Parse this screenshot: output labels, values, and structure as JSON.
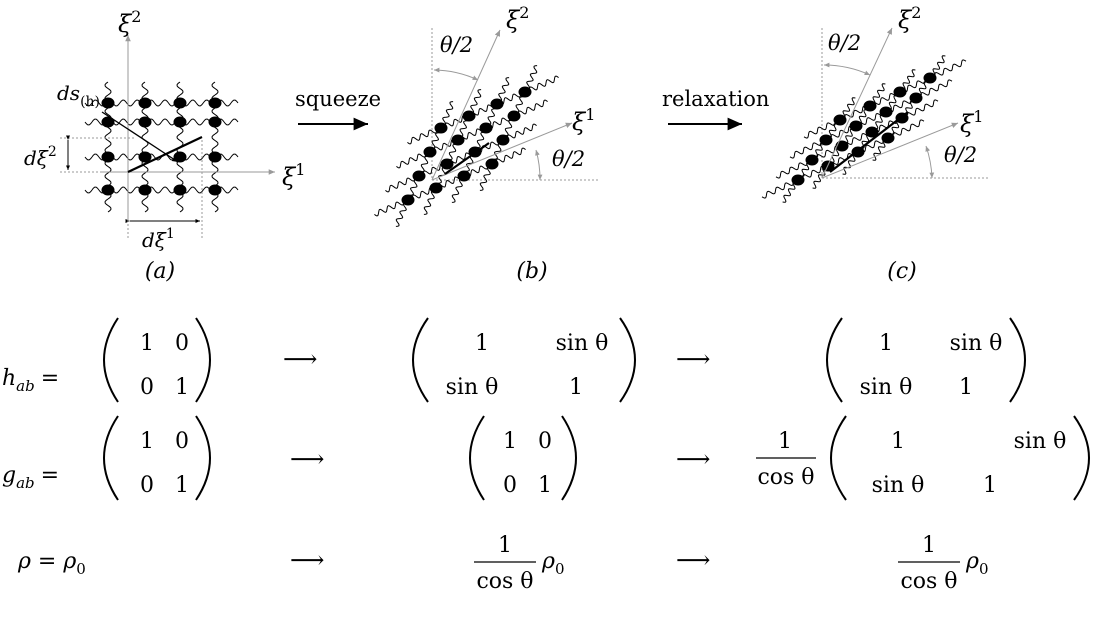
{
  "panels": [
    {
      "label": "(a)",
      "axis1": "ξ",
      "axis1_sup": "1",
      "axis2": "ξ",
      "axis2_sup": "2",
      "ds_label": "ds",
      "ds_sub": "(h)",
      "dxi2": "dξ",
      "dxi2_sup": "2",
      "dxi1": "dξ",
      "dxi1_sup": "1"
    },
    {
      "label": "(b)",
      "axis1": "ξ",
      "axis1_sup": "1",
      "axis2": "ξ",
      "axis2_sup": "2",
      "angle_top": "θ/2",
      "angle_bottom": "θ/2"
    },
    {
      "label": "(c)",
      "axis1": "ξ",
      "axis1_sup": "1",
      "axis2": "ξ",
      "axis2_sup": "2",
      "angle_top": "θ/2",
      "angle_bottom": "θ/2"
    }
  ],
  "transitions": {
    "first": "squeeze",
    "second": "relaxation"
  },
  "equations": {
    "arrow": "⟶",
    "h": {
      "lhs": "h",
      "lhs_sub": "ab",
      "eq": "=",
      "a": [
        "1",
        "0",
        "0",
        "1"
      ],
      "b": [
        "1",
        "sin θ",
        "sin θ",
        "1"
      ],
      "c": [
        "1",
        "sin θ",
        "sin θ",
        "1"
      ]
    },
    "g": {
      "lhs": "g",
      "lhs_sub": "ab",
      "eq": "=",
      "a": [
        "1",
        "0",
        "0",
        "1"
      ],
      "b": [
        "1",
        "0",
        "0",
        "1"
      ],
      "c_prefactor_num": "1",
      "c_prefactor_den": "cos θ",
      "c": [
        "1",
        "sin θ",
        "sin θ",
        "1"
      ]
    },
    "rho": {
      "lhs": "ρ = ρ",
      "lhs_sub": "0",
      "b_num": "1",
      "b_den": "cos θ",
      "b_rho": "ρ",
      "b_rho_sub": "0",
      "c_num": "1",
      "c_den": "cos θ",
      "c_rho": "ρ",
      "c_rho_sub": "0"
    }
  }
}
